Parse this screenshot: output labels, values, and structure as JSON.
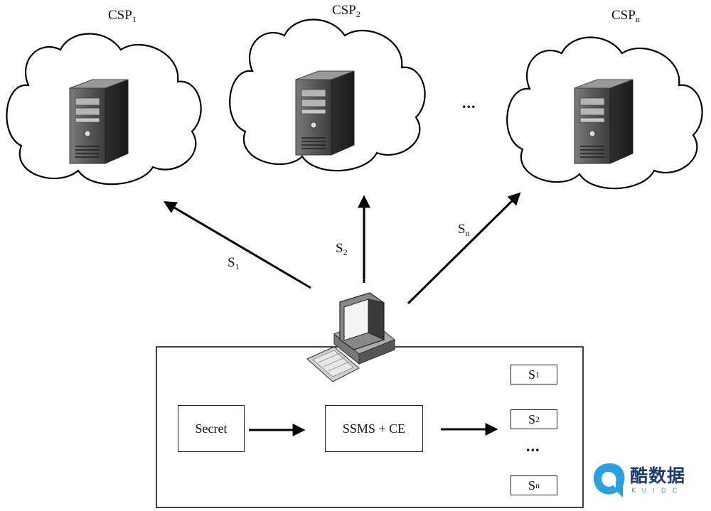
{
  "providers": [
    {
      "name": "CSP",
      "sub": "1"
    },
    {
      "name": "CSP",
      "sub": "2"
    },
    {
      "name": "CSP",
      "sub": "n"
    }
  ],
  "cloud_ellipsis": "...",
  "shares": [
    {
      "name": "S",
      "sub": "1"
    },
    {
      "name": "S",
      "sub": "2"
    },
    {
      "name": "S",
      "sub": "n"
    }
  ],
  "process": {
    "input_label": "Secret",
    "scheme_label": "SSMS + CE"
  },
  "outputs": [
    {
      "name": "S",
      "sub": "1"
    },
    {
      "name": "S",
      "sub": "2"
    },
    {
      "name": "S",
      "sub": "n"
    }
  ],
  "outputs_ellipsis": "...",
  "watermark": {
    "text": "酷数据",
    "subtext": "KUIDC"
  }
}
